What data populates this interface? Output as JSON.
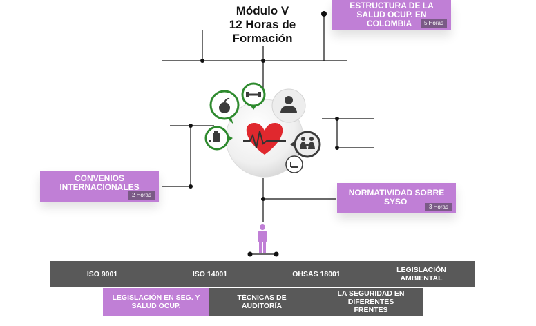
{
  "title": {
    "line1": "Módulo V",
    "line2": "12 Horas de",
    "line3": "Formación"
  },
  "modules": [
    {
      "label": "ESTRUCTURA DE LA SALUD OCUP. EN COLOMBIA",
      "line1": "ESTRUCTURA DE LA",
      "line2": "SALUD OCUP. EN",
      "line3": "COLOMBIA",
      "hours": "5 Horas"
    },
    {
      "label": "CONVENIOS INTERNACIONALES",
      "line1": "CONVENIOS",
      "line2": "INTERNACIONALES",
      "hours": "2 Horas"
    },
    {
      "label": "NORMATIVIDAD SOBRE SYSO",
      "line1": "NORMATIVIDAD SOBRE",
      "line2": "SYSO",
      "hours": "3 Horas"
    }
  ],
  "topics_row1": [
    "ISO 9001",
    "ISO 14001",
    "OHSAS 18001",
    "LEGISLACIÓN AMBIENTAL"
  ],
  "topics_row1_split": {
    "leg_line1": "LEGISLACIÓN",
    "leg_line2": "AMBIENTAL"
  },
  "topics_row2": [
    {
      "line1": "LEGISLACIÓN EN SEG. Y",
      "line2": "SALUD OCUP.",
      "highlight": true
    },
    {
      "line1": "TÉCNICAS DE",
      "line2": "AUDITORÍA"
    },
    {
      "line1": "LA SEGURIDAD EN",
      "line2": "DIFERENTES",
      "line3": "FRENTES"
    }
  ],
  "icons": [
    "apple-icon",
    "dumbbell-icon",
    "person-icon",
    "heart-rate-icon",
    "supplements-icon",
    "family-icon",
    "clock-icon",
    "worker-figure-icon"
  ],
  "colors": {
    "accent": "#c07fd6",
    "hours_badge": "#7a5a86",
    "bar": "#595959",
    "line": "#111111",
    "green": "#2e8a2e",
    "heart": "#e0282e"
  }
}
